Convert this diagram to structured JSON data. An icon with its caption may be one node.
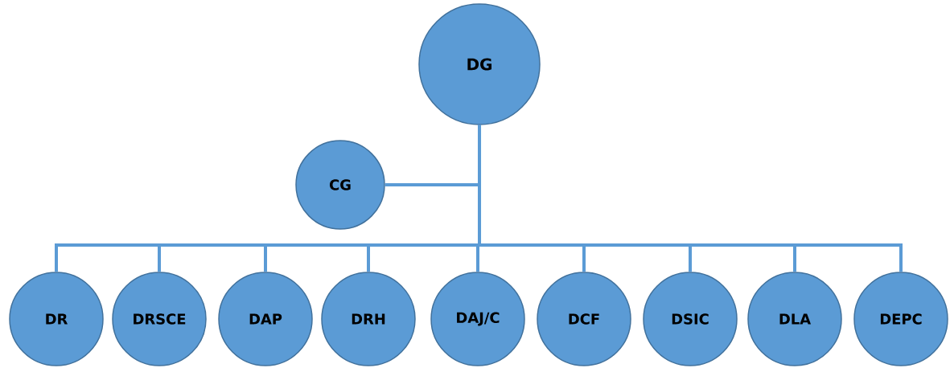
{
  "diagram": {
    "nodes": [
      {
        "text": [
          "DG"
        ]
      },
      {
        "text": [
          "CG"
        ]
      },
      {
        "text": [
          "DR"
        ]
      },
      {
        "text": [
          "DRSCE"
        ]
      },
      {
        "text": [
          "DAP"
        ]
      },
      {
        "text": [
          "DRH"
        ]
      },
      {
        "text": [
          "DAJ/C"
        ]
      },
      {
        "text": [
          "DCF"
        ]
      },
      {
        "text": [
          "DSIC"
        ]
      },
      {
        "text": [
          "DLA"
        ]
      },
      {
        "text": [
          "DEPC"
        ]
      }
    ],
    "edges": [
      {
        "from": 0,
        "to": 1,
        "arrow": "none"
      },
      {
        "from": 0,
        "to": 2,
        "arrow": "none"
      },
      {
        "from": 0,
        "to": 3,
        "arrow": "none"
      },
      {
        "from": 0,
        "to": 4,
        "arrow": "none"
      },
      {
        "from": 0,
        "to": 5,
        "arrow": "none"
      },
      {
        "from": 0,
        "to": 6,
        "arrow": "none"
      },
      {
        "from": 0,
        "to": 7,
        "arrow": "none"
      },
      {
        "from": 0,
        "to": 8,
        "arrow": "none"
      },
      {
        "from": 0,
        "to": 9,
        "arrow": "none"
      },
      {
        "from": 0,
        "to": 10,
        "arrow": "none"
      }
    ]
  }
}
